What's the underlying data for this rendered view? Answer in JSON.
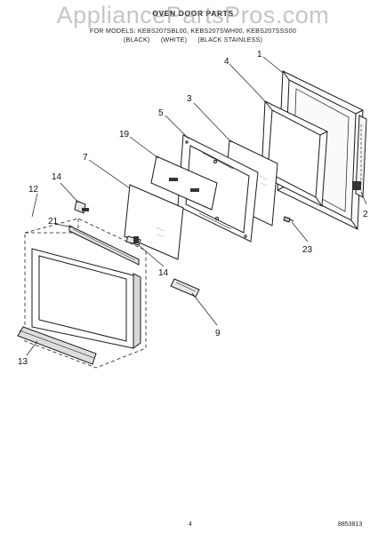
{
  "watermark": "AppliancePartsPros.com",
  "header": {
    "title": "OVEN DOOR PARTS",
    "models": "FOR MODELS: KEBS207SBL00, KEBS207SWH00, KEBS207SSS00",
    "colors": [
      "(BLACK)",
      "(WHITE)",
      "(BLACK STAINLESS)"
    ]
  },
  "callouts": {
    "c1": "1",
    "c2": "2",
    "c3": "3",
    "c4": "4",
    "c5": "5",
    "c7": "7",
    "c9": "9",
    "c12": "12",
    "c13": "13",
    "c14a": "14",
    "c14b": "14",
    "c19": "19",
    "c21": "21",
    "c23": "23"
  },
  "footer": {
    "page_number": "4",
    "doc_code": "8853813"
  },
  "colors": {
    "line": "#1a1a1a",
    "shade": "#6b6b6b",
    "watermark": "#999999"
  }
}
